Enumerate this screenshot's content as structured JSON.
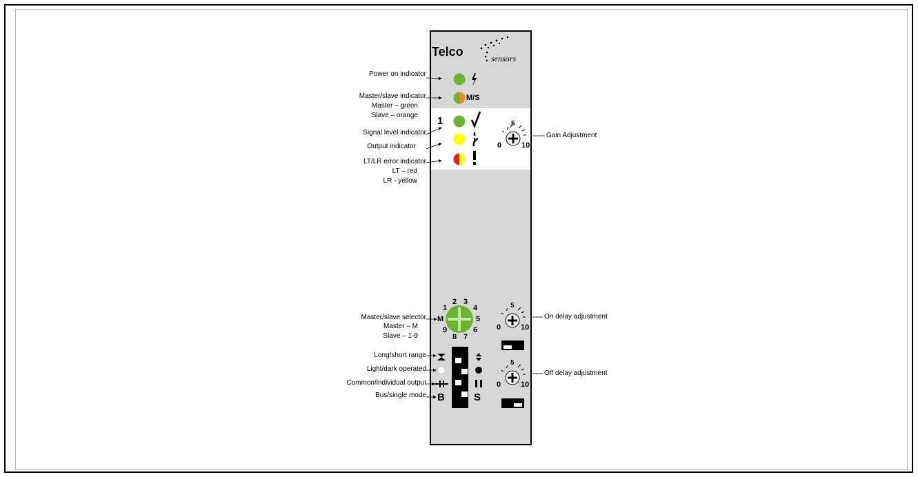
{
  "brand": {
    "name": "Telco",
    "suffix": "sensors"
  },
  "indicators": {
    "power_on": "Power on indicator",
    "master_slave": "Master/slave indicator",
    "master_slave_master": "Master – green",
    "master_slave_slave": "Slave – orange",
    "ms_symbol": "M/S",
    "channel_number": "1",
    "signal_level": "Signal level indicator",
    "output": "Output indicator",
    "lt_lr_error": "LT/LR error indicator",
    "lt_red": "LT – red",
    "lr_yellow": "LR - yellow"
  },
  "gain": {
    "label": "Gain Adjustment",
    "mid": "5",
    "min": "0",
    "max": "10"
  },
  "on_delay": {
    "label": "On delay adjustment",
    "mid": "5",
    "min": "0",
    "max": "10"
  },
  "off_delay": {
    "label": "Off delay adjustment",
    "mid": "5",
    "min": "0",
    "max": "10"
  },
  "selector": {
    "label": "Master/slave selector",
    "master": "Master – M",
    "slave": "Slave – 1-9",
    "positions": [
      "M",
      "1",
      "2",
      "3",
      "4",
      "5",
      "6",
      "7",
      "8",
      "9"
    ]
  },
  "dip_switches": {
    "long_short": "Long/short range",
    "light_dark": "Light/dark operated",
    "common_individual": "Common/individual output",
    "bus_single": "Bus/single mode",
    "b_letter": "B",
    "s_letter": "S"
  },
  "colors": {
    "green": "#6ab52f",
    "yellow": "#ffff00",
    "orange": "#f08a1e",
    "red": "#e11f1f",
    "panel": "#d7d7d7"
  }
}
